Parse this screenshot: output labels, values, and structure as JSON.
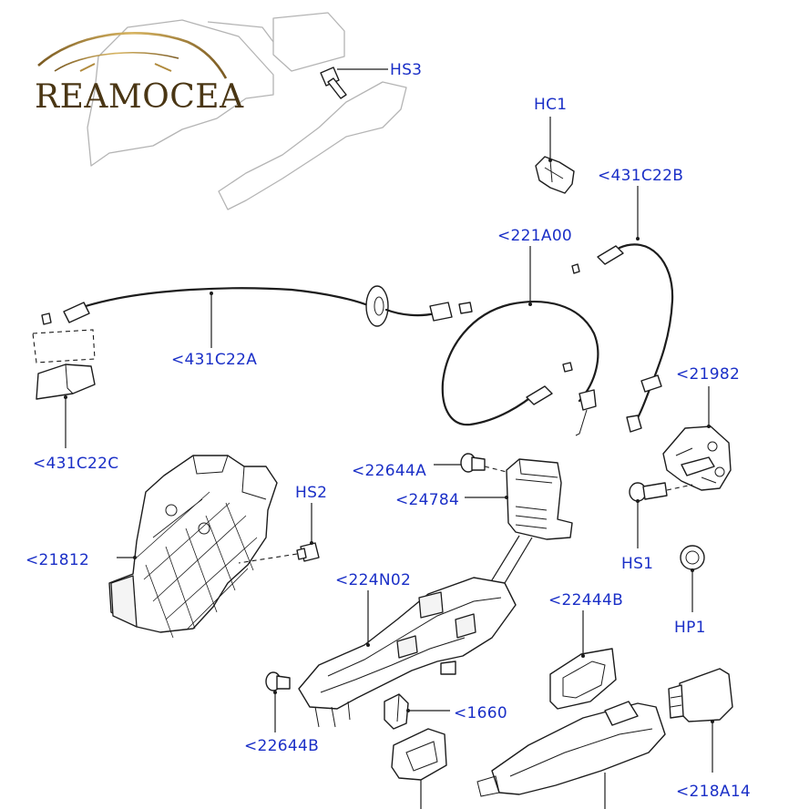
{
  "logo": {
    "text": "REAMOCEA"
  },
  "callouts": {
    "hs3": "HS3",
    "hc1": "HC1",
    "c431c22b": "<431C22B",
    "c221a00": "<221A00",
    "c431c22a": "<431C22A",
    "c21982": "<21982",
    "c431c22c": "<431C22C",
    "c22644a": "<22644A",
    "hs2": "HS2",
    "c24784": "<24784",
    "c21812": "<21812",
    "hs1": "HS1",
    "c224n02": "<224N02",
    "hp1": "HP1",
    "c22444b": "<22444B",
    "c1660": "<1660",
    "c22644b": "<22644B",
    "c218a14": "<218A14"
  },
  "colors": {
    "callout_text": "#1a2fc7",
    "line_art": "#1c1c1c",
    "ghost_line": "#b4b4b4",
    "logo_gold": "#b08a3c"
  }
}
